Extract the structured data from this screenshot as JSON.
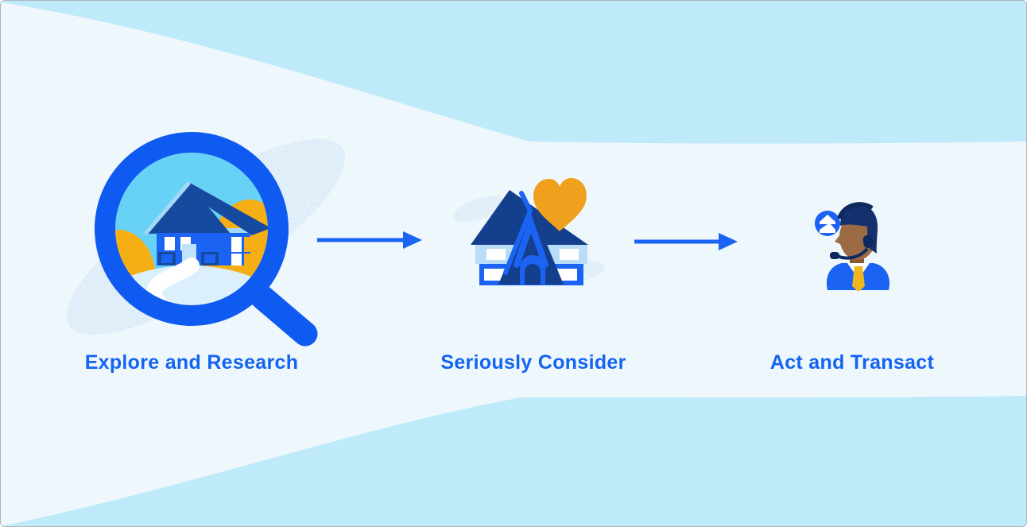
{
  "page": {
    "type": "process-funnel-diagram",
    "description": "Three-stage home-buying journey funnel"
  },
  "colors": {
    "background_cyan": "#bfeafa",
    "funnel_pale": "#eef8fc",
    "accent_blue": "#1b63f3",
    "ring_blue": "#0f5af1",
    "navy": "#164a9e",
    "dark_navy": "#0d2a5e",
    "orange": "#f6ae15",
    "heart_orange": "#efa11d",
    "label_blue": "#1463f2",
    "snow_pale": "#dcf0fc",
    "sky_cyan": "#68d2f6"
  },
  "stages": [
    {
      "id": "explore",
      "label": "Explore and Research",
      "icon": "magnifying-glass-house-icon"
    },
    {
      "id": "consider",
      "label": "Seriously Consider",
      "icon": "house-with-heart-icon"
    },
    {
      "id": "act",
      "label": "Act and Transact",
      "icon": "agent-with-headset-icon"
    }
  ],
  "connectors": [
    {
      "icon": "arrow-right-icon"
    },
    {
      "icon": "arrow-right-icon"
    }
  ],
  "brand": {
    "badge_icon": "zillow-z-badge-icon"
  }
}
